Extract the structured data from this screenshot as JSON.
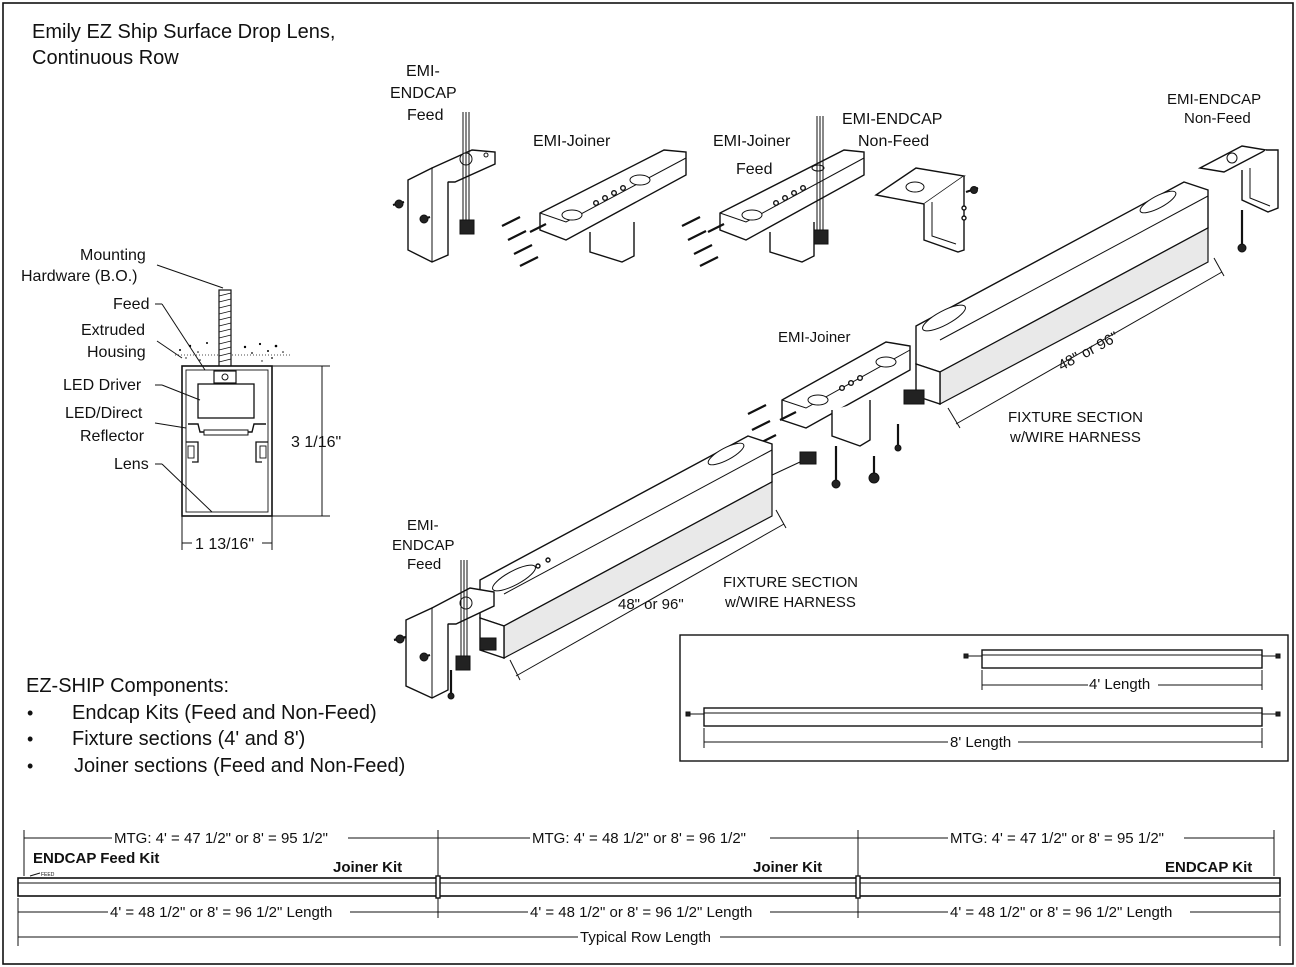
{
  "title": {
    "line1": "Emily EZ Ship Surface Drop Lens,",
    "line2": "Continuous Row"
  },
  "cross_section": {
    "mounting_hardware_1": "Mounting",
    "mounting_hardware_2": "Hardware (B.O.)",
    "feed": "Feed",
    "extruded_1": "Extruded",
    "extruded_2": "Housing",
    "led_driver": "LED Driver",
    "reflector_1": "LED/Direct",
    "reflector_2": "Reflector",
    "lens": "Lens",
    "height_dim": "3 1/16\"",
    "width_dim": "1 13/16\""
  },
  "parts_top": {
    "endcap_feed_1": "EMI-",
    "endcap_feed_2": "ENDCAP",
    "endcap_feed_3": "Feed",
    "joiner": "EMI-Joiner",
    "joiner_feed_1": "EMI-Joiner",
    "joiner_feed_2": "Feed",
    "endcap_nonfeed_1": "EMI-ENDCAP",
    "endcap_nonfeed_2": "Non-Feed",
    "endcap_nonfeed_right_1": "EMI-ENDCAP",
    "endcap_nonfeed_right_2": "Non-Feed"
  },
  "assembly": {
    "joiner_label": "EMI-Joiner",
    "length_upper": "48\" or 96\"",
    "fixture_upper_1": "FIXTURE SECTION",
    "fixture_upper_2": "w/WIRE HARNESS",
    "length_lower": "48\" or 96\"",
    "fixture_lower_1": "FIXTURE SECTION",
    "fixture_lower_2": "w/WIRE HARNESS",
    "endcap_feed_1": "EMI-",
    "endcap_feed_2": "ENDCAP",
    "endcap_feed_3": "Feed"
  },
  "lengths_box": {
    "short": "4' Length",
    "long": "8' Length"
  },
  "components": {
    "heading": "EZ-SHIP Components:",
    "items": [
      "Endcap Kits (Feed and Non-Feed)",
      "Fixture sections (4' and 8')",
      "Joiner sections (Feed and Non-Feed)"
    ],
    "bullet": "•"
  },
  "row": {
    "mtg": [
      "MTG: 4' = 47 1/2\" or 8' = 95 1/2\"",
      "MTG: 4' = 48 1/2\" or 8' = 96 1/2\"",
      "MTG: 4' = 47 1/2\" or 8' = 95 1/2\""
    ],
    "kits": [
      "ENDCAP Feed Kit",
      "Joiner Kit",
      "Joiner Kit",
      "ENDCAP Kit"
    ],
    "feed_tag": "FEED",
    "lengths": [
      "4' = 48 1/2\" or 8' = 96 1/2\" Length",
      "4' = 48 1/2\" or 8' = 96 1/2\" Length",
      "4' = 48 1/2\" or 8' = 96 1/2\" Length"
    ],
    "total": "Typical Row Length"
  }
}
